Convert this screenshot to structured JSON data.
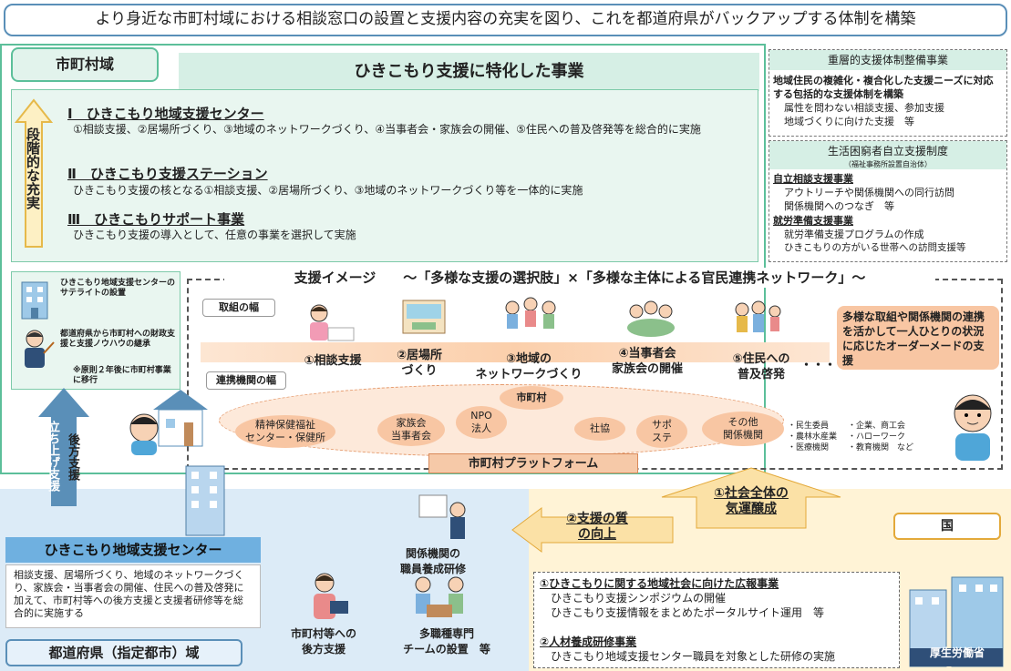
{
  "banner": "より身近な市町村域における相談窓口の設置と支援内容の充実を図り、これを都道府県がバックアップする体制を構築",
  "municipal": {
    "tag": "市町村域",
    "title": "ひきこもり支援に特化した事業",
    "stepwise": "段階的な充実",
    "sections": [
      {
        "heading": "Ⅰ　ひきこもり地域支援センター",
        "desc": "①相談支援、②居場所づくり、③地域のネットワークづくり、④当事者会・家族会の開催、⑤住民への普及啓発等を総合的に実施"
      },
      {
        "heading": "Ⅱ　ひきこもり支援ステーション",
        "desc": "ひきこもり支援の核となる①相談支援、②居場所づくり、③地域のネットワークづくり等を一体的に実施"
      },
      {
        "heading": "Ⅲ　ひきこもりサポート事業",
        "desc": "ひきこもり支援の導入として、任意の事業を選択して実施"
      }
    ]
  },
  "right_panel": {
    "layered": {
      "title": "重層的支援体制整備事業",
      "bold": "地域住民の複雑化・複合化した支援ニーズに対応する包括的な支援体制を構築",
      "items": [
        "属性を問わない相談支援、参加支援",
        "地域づくりに向けた支援　等"
      ]
    },
    "needy": {
      "title": "生活困窮者自立支援制度",
      "subtitle": "（福祉事務所設置自治体）",
      "groups": [
        {
          "heading": "自立相談支援事業",
          "items": [
            "アウトリーチや関係機関への同行訪問",
            "関係機関へのつなぎ　等"
          ]
        },
        {
          "heading": "就労準備支援事業",
          "items": [
            "就労準備支援プログラムの作成",
            "ひきこもりの方がいる世帯への訪問支援等"
          ]
        }
      ]
    }
  },
  "satellite": {
    "item1": "ひきこもり地域支援センターのサテライトの設置",
    "item2": "都道府県から市町村への財政支援と支援ノウハウの継承",
    "note": "※原則２年後に市町村事業に移行"
  },
  "support_image": {
    "title": "支援イメージ　　～「多様な支援の選択肢」×「多様な主体による官民連携ネットワーク」～",
    "chip_breadth": "取組の幅",
    "chip_network": "連携機関の幅",
    "steps": [
      "①相談支援",
      "②居場所\nづくり",
      "③地域の\nネットワークづくり",
      "④当事者会\n家族会の開催",
      "⑤住民への\n普及啓発"
    ],
    "dots": "・・・",
    "note": "多様な取組や関係機関の連携を活かして一人ひとりの状況に応じたオーダーメードの支援",
    "platform_center": "市町村",
    "platform_nodes": [
      "精神保健福祉\nセンター・保健所",
      "家族会\n当事者会",
      "NPO\n法人",
      "社協",
      "サポ\nステ",
      "その他\n関係機関"
    ],
    "others_a": "・民生委員\n・農林水産業\n・医療機関",
    "others_b": "・企業、商工会\n・ハローワーク\n・教育機関　など",
    "platform_label": "市町村プラットフォーム"
  },
  "prefecture": {
    "up_arrow": "立ち上げ支援",
    "back_arrow": "後方支援",
    "center_title": "ひきこもり地域支援センター",
    "center_desc": "相談支援、居場所づくり、地域のネットワークづくり、家族会・当事者会の開催、住民への普及啓発に加えて、市町村等への後方支援と支援者研修等を総合的に実施する",
    "tag": "都道府県（指定都市）域",
    "training": "関係機関の\n職員養成研修",
    "backsupport": "市町村等への\n後方支援",
    "team": "多職種専門\nチームの設置　等"
  },
  "nation": {
    "tag": "国",
    "arrow1": "①社会全体の\n気運醸成",
    "arrow2": "②支援の質\nの向上",
    "items": [
      {
        "heading": "①ひきこもりに関する地域社会に向けた広報事業",
        "lines": [
          "ひきこもり支援シンポジウムの開催",
          "ひきこもり支援情報をまとめたポータルサイト運用　等"
        ]
      },
      {
        "heading": "②人材養成研修事業",
        "lines": [
          "ひきこもり地域支援センター職員を対象とした研修の実施"
        ]
      }
    ],
    "mhlw": "厚生労働省"
  }
}
